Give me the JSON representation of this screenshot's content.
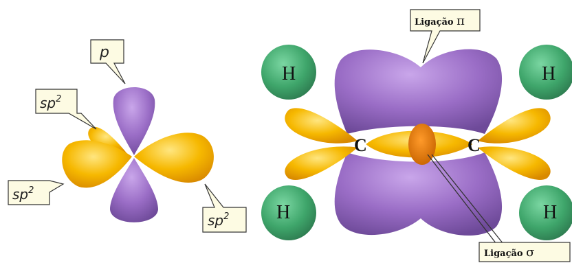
{
  "left": {
    "p_label": "p",
    "sp2_label_base": "sp",
    "sp2_label_exp": "2"
  },
  "right": {
    "pi_label_text": "Ligação",
    "pi_label_symbol": "π",
    "sigma_label_text": "Ligação",
    "sigma_label_symbol": "σ",
    "carbon_label": "C",
    "hydrogen_label": "H"
  },
  "colors": {
    "sp2_orange": "#f4b400",
    "p_purple": "#9b6fc4",
    "hydrogen_green": "#2e9e5e",
    "sigma_core": "#e07a00",
    "callout_fill": "#fdfbe3"
  }
}
